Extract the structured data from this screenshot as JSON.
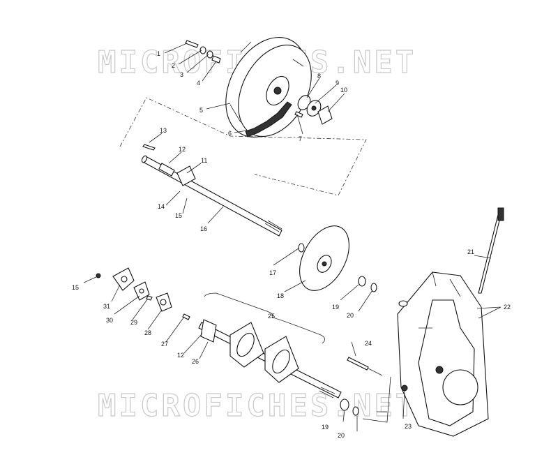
{
  "watermark": {
    "text": "MICROFICHES.NET",
    "color": "#c9c9c9"
  },
  "labels": [
    {
      "id": "1",
      "text": "1"
    },
    {
      "id": "2",
      "text": "2"
    },
    {
      "id": "3",
      "text": "3"
    },
    {
      "id": "4",
      "text": "4"
    },
    {
      "id": "5",
      "text": "5"
    },
    {
      "id": "6",
      "text": "6"
    },
    {
      "id": "7",
      "text": "7"
    },
    {
      "id": "8",
      "text": "8"
    },
    {
      "id": "9",
      "text": "9"
    },
    {
      "id": "10",
      "text": "10"
    },
    {
      "id": "11",
      "text": "11"
    },
    {
      "id": "12a",
      "text": "12"
    },
    {
      "id": "13",
      "text": "13"
    },
    {
      "id": "14",
      "text": "14"
    },
    {
      "id": "15a",
      "text": "15"
    },
    {
      "id": "16",
      "text": "16"
    },
    {
      "id": "17",
      "text": "17"
    },
    {
      "id": "18",
      "text": "18"
    },
    {
      "id": "19a",
      "text": "19"
    },
    {
      "id": "20a",
      "text": "20"
    },
    {
      "id": "21",
      "text": "21"
    },
    {
      "id": "22",
      "text": "22"
    },
    {
      "id": "15b",
      "text": "15"
    },
    {
      "id": "31",
      "text": "31"
    },
    {
      "id": "30",
      "text": "30"
    },
    {
      "id": "29",
      "text": "29"
    },
    {
      "id": "28",
      "text": "28"
    },
    {
      "id": "27",
      "text": "27"
    },
    {
      "id": "12b",
      "text": "12"
    },
    {
      "id": "26",
      "text": "26"
    },
    {
      "id": "25",
      "text": "25"
    },
    {
      "id": "24",
      "text": "24"
    },
    {
      "id": "23",
      "text": "23"
    },
    {
      "id": "19b",
      "text": "19"
    },
    {
      "id": "20b",
      "text": "20"
    }
  ]
}
